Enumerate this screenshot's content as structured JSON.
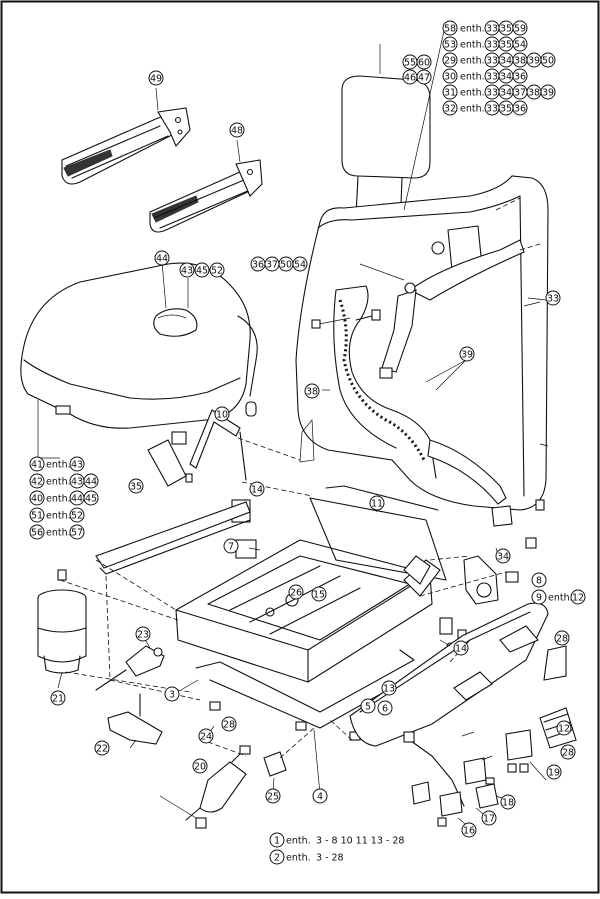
{
  "callouts": [
    {
      "id": "c49",
      "text": "49"
    },
    {
      "id": "c48",
      "text": "48"
    },
    {
      "id": "c44",
      "text": "44"
    },
    {
      "id": "c43",
      "text": "43"
    },
    {
      "id": "c45",
      "text": "45"
    },
    {
      "id": "c52",
      "text": "52"
    },
    {
      "id": "c55",
      "text": "55"
    },
    {
      "id": "c60",
      "text": "60"
    },
    {
      "id": "c46",
      "text": "46"
    },
    {
      "id": "c47",
      "text": "47"
    },
    {
      "id": "c36",
      "text": "36"
    },
    {
      "id": "c37",
      "text": "37"
    },
    {
      "id": "c50",
      "text": "50"
    },
    {
      "id": "c54",
      "text": "54"
    },
    {
      "id": "c33",
      "text": "33"
    },
    {
      "id": "c39",
      "text": "39"
    },
    {
      "id": "c38",
      "text": "38"
    },
    {
      "id": "c10",
      "text": "10"
    },
    {
      "id": "c35",
      "text": "35"
    },
    {
      "id": "c14a",
      "text": "14"
    },
    {
      "id": "c11",
      "text": "11"
    },
    {
      "id": "c7",
      "text": "7"
    },
    {
      "id": "c34",
      "text": "34"
    },
    {
      "id": "c26",
      "text": "26"
    },
    {
      "id": "c15",
      "text": "15"
    },
    {
      "id": "c21",
      "text": "21"
    },
    {
      "id": "c23",
      "text": "23"
    },
    {
      "id": "c3",
      "text": "3"
    },
    {
      "id": "c14b",
      "text": "14"
    },
    {
      "id": "c13",
      "text": "13"
    },
    {
      "id": "c28a",
      "text": "28"
    },
    {
      "id": "c5",
      "text": "5"
    },
    {
      "id": "c6",
      "text": "6"
    },
    {
      "id": "c12",
      "text": "12"
    },
    {
      "id": "c28b",
      "text": "28"
    },
    {
      "id": "c22",
      "text": "22"
    },
    {
      "id": "c24",
      "text": "24"
    },
    {
      "id": "c28c",
      "text": "28"
    },
    {
      "id": "c20",
      "text": "20"
    },
    {
      "id": "c25",
      "text": "25"
    },
    {
      "id": "c4",
      "text": "4"
    },
    {
      "id": "c19",
      "text": "19"
    },
    {
      "id": "c18",
      "text": "18"
    },
    {
      "id": "c17",
      "text": "17"
    },
    {
      "id": "c16",
      "text": "16"
    }
  ],
  "legend_topright": [
    {
      "part": "58",
      "text": "enth.",
      "refs": [
        "33",
        "35",
        "59"
      ]
    },
    {
      "part": "53",
      "text": "enth.",
      "refs": [
        "33",
        "35",
        "54"
      ]
    },
    {
      "part": "29",
      "text": "enth.",
      "refs": [
        "33",
        "34",
        "38",
        "39",
        "50"
      ]
    },
    {
      "part": "30",
      "text": "enth.",
      "refs": [
        "33",
        "34",
        "36"
      ]
    },
    {
      "part": "31",
      "text": "enth.",
      "refs": [
        "33",
        "34",
        "37",
        "38",
        "39"
      ]
    },
    {
      "part": "32",
      "text": "enth.",
      "refs": [
        "33",
        "35",
        "36"
      ]
    }
  ],
  "legend_left": [
    {
      "part": "41",
      "text": "enth.",
      "ref": "43"
    },
    {
      "part": "42",
      "text": "enth.",
      "refs": [
        "43",
        "44"
      ]
    },
    {
      "part": "40",
      "text": "enth.",
      "refs": [
        "44",
        "45"
      ]
    },
    {
      "part": "51",
      "text": "enth.",
      "ref": "52"
    },
    {
      "part": "56",
      "text": "enth.",
      "ref": "57"
    }
  ],
  "legend_right": [
    {
      "part": "8",
      "text": ""
    },
    {
      "part": "9",
      "text": "enth.",
      "ref": "12"
    }
  ],
  "legend_bottom": [
    {
      "part": "1",
      "text": "enth.",
      "content": "3 - 8 10 11 13 - 28"
    },
    {
      "part": "2",
      "text": "enth.",
      "content": "3 - 28"
    }
  ]
}
